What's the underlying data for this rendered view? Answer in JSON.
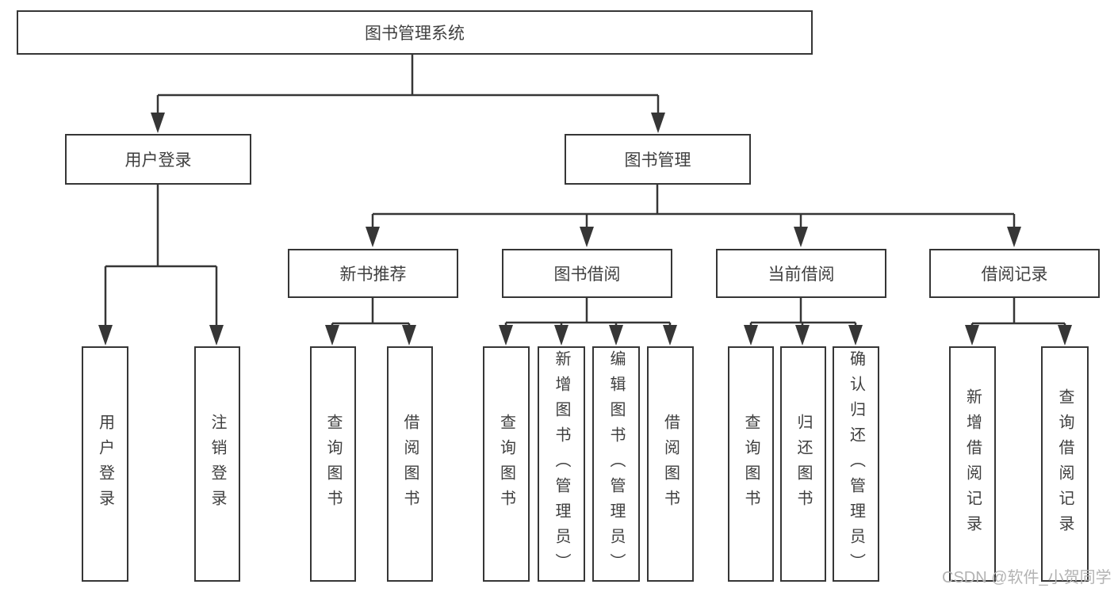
{
  "diagram": {
    "root": {
      "label": "图书管理系统"
    },
    "level2": [
      {
        "label": "用户登录"
      },
      {
        "label": "图书管理"
      }
    ],
    "level3": [
      {
        "label": "新书推荐"
      },
      {
        "label": "图书借阅"
      },
      {
        "label": "当前借阅"
      },
      {
        "label": "借阅记录"
      }
    ],
    "leaves": {
      "user_login": [
        {
          "label": "用户登录"
        },
        {
          "label": "注销登录"
        }
      ],
      "new_book": [
        {
          "label": "查询图书"
        },
        {
          "label": "借阅图书"
        }
      ],
      "book_borrow": [
        {
          "label": "查询图书"
        },
        {
          "label": "新增图书（管理员）"
        },
        {
          "label": "编辑图书（管理员）"
        },
        {
          "label": "借阅图书"
        }
      ],
      "current_borrow": [
        {
          "label": "查询图书"
        },
        {
          "label": "归还图书"
        },
        {
          "label": "确认归还（管理员）"
        }
      ],
      "borrow_records": [
        {
          "label": "新增借阅记录"
        },
        {
          "label": "查询借阅记录"
        }
      ]
    }
  },
  "watermark": {
    "text": "CSDN @软件_小贺同学"
  },
  "colors": {
    "line": "#363636",
    "text": "#3f3f3f",
    "box_fill": "#ffffff",
    "watermark": "#b3b3b3",
    "background": "#ffffff"
  }
}
